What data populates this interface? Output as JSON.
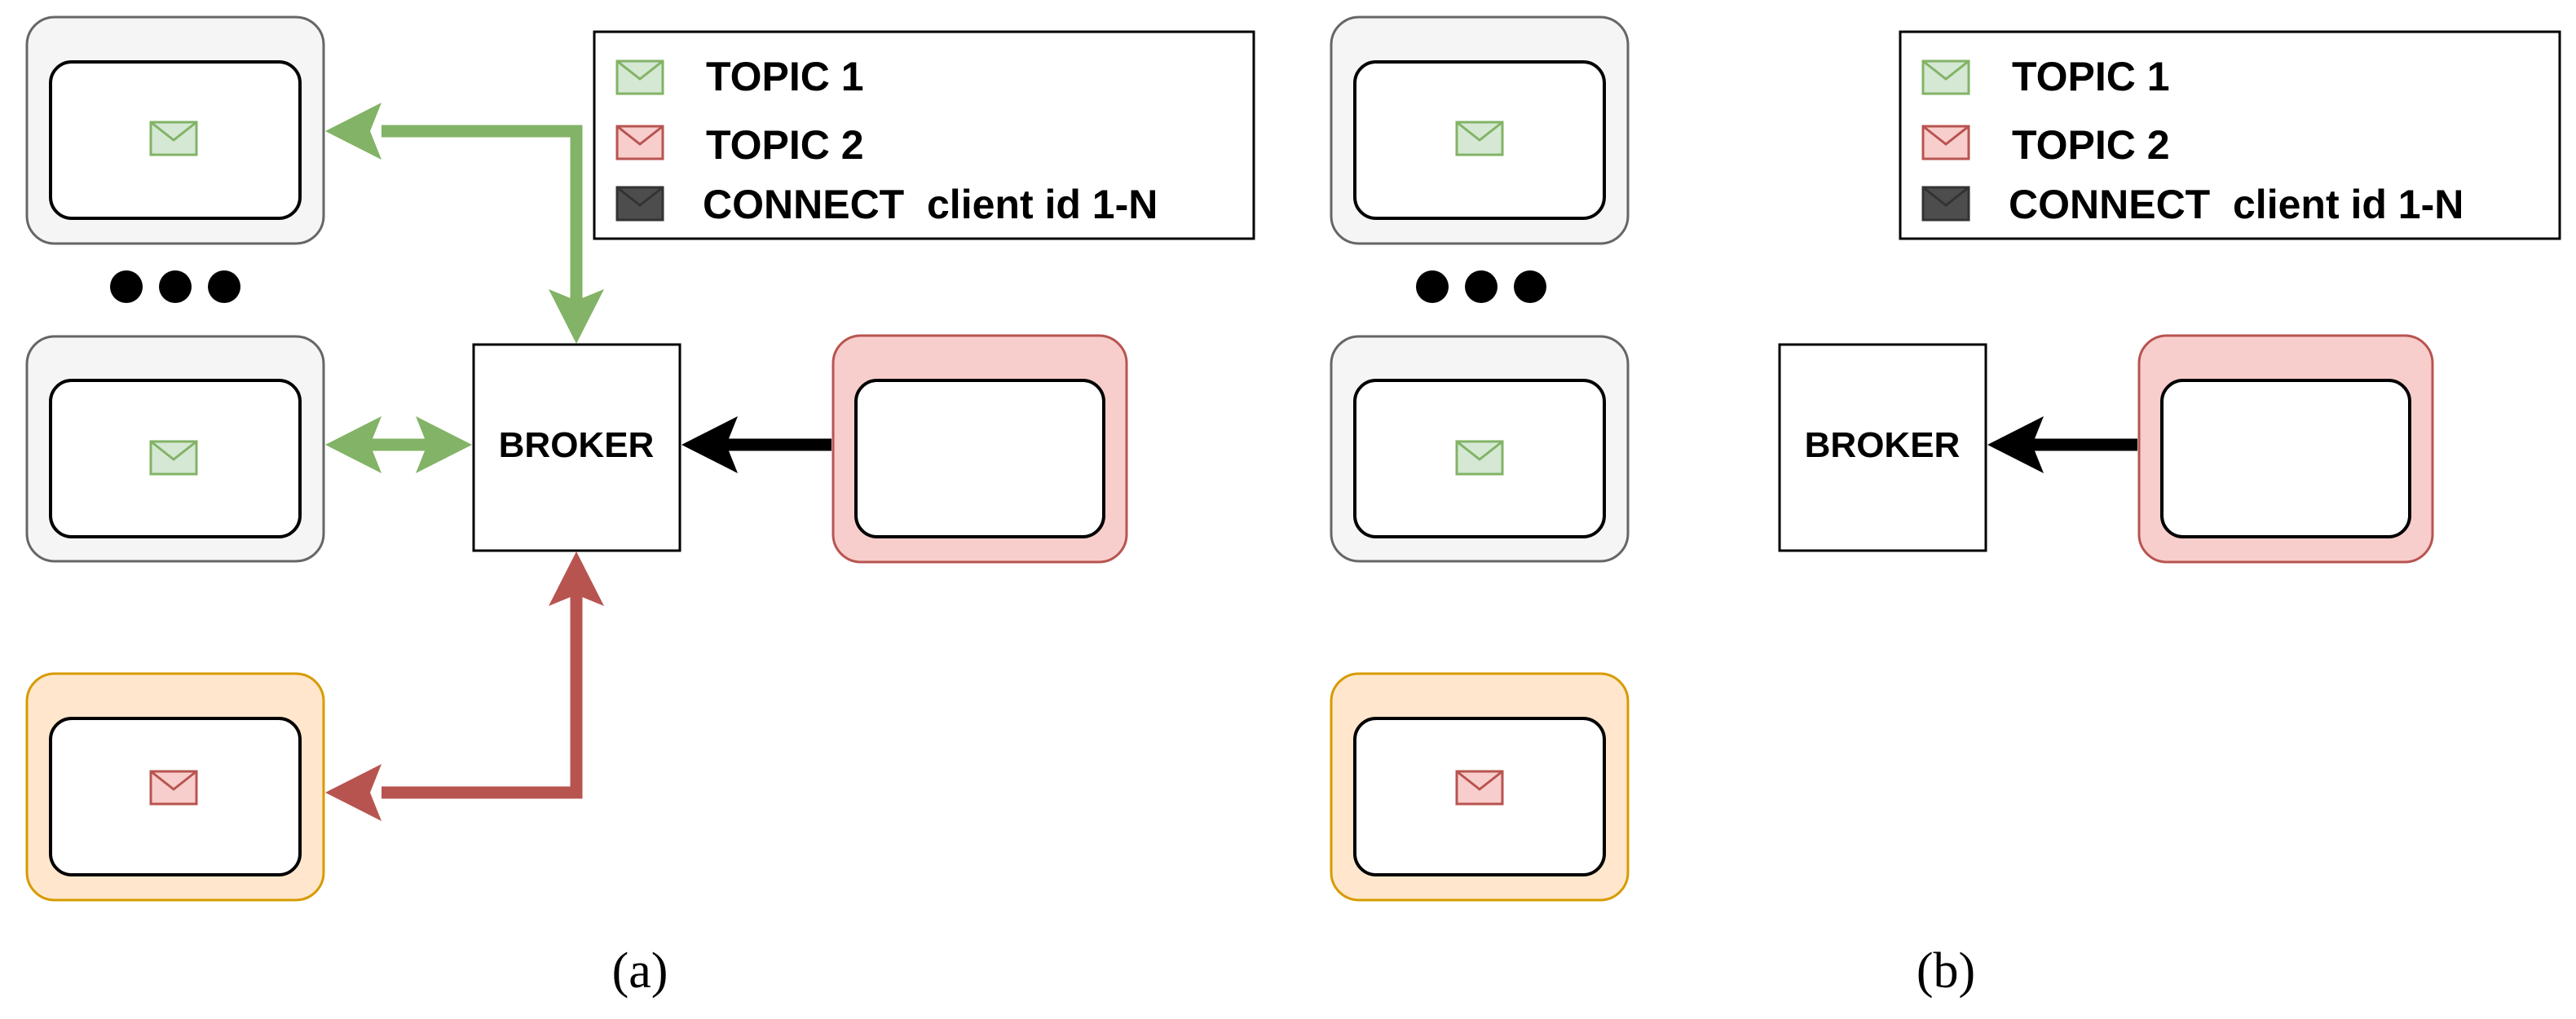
{
  "diagram": {
    "panel_a": {
      "broker_label": "BROKER",
      "caption": "(a)",
      "legend": {
        "items": [
          {
            "label": "TOPIC 1",
            "color": "#82b366"
          },
          {
            "label": "TOPIC 2",
            "color": "#b85450"
          },
          {
            "label": "CONNECT  client id 1-N",
            "color": "#4d4d4d"
          }
        ]
      },
      "ellipsis": "●●●"
    },
    "panel_b": {
      "broker_label": "BROKER",
      "caption": "(b)",
      "legend": {
        "items": [
          {
            "label": "TOPIC 1",
            "color": "#82b366"
          },
          {
            "label": "TOPIC 2",
            "color": "#b85450"
          },
          {
            "label": "CONNECT  client id 1-N",
            "color": "#4d4d4d"
          }
        ]
      },
      "ellipsis": "●●●"
    },
    "colors": {
      "topic1_fill": "#d5e8d4",
      "topic1_stroke": "#82b366",
      "topic2_fill": "#f8cecc",
      "topic2_stroke": "#b85450",
      "gray_fill": "#f5f5f5",
      "gray_stroke": "#666666",
      "orange_fill": "#ffe6cc",
      "orange_stroke": "#d79b00",
      "connect_fill": "#4d4d4d"
    }
  }
}
